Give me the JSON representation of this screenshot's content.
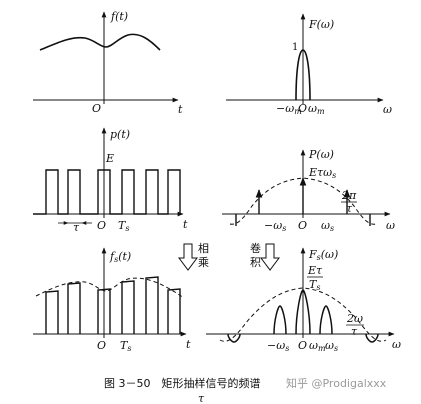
{
  "panels": {
    "f_t": {
      "ylabel": "f(t)",
      "xlabel": "t",
      "origin": "O"
    },
    "F_w": {
      "ylabel": "F(ω)",
      "xlabel": "ω",
      "peak": "1",
      "neg_wm": "−ω",
      "neg_wm_sub": "m",
      "origin": "O",
      "pos_wm": "ω",
      "pos_wm_sub": "m"
    },
    "p_t": {
      "ylabel": "p(t)",
      "xlabel": "t",
      "amp": "E",
      "tau": "τ",
      "origin": "O",
      "Ts": "T",
      "Ts_sub": "s"
    },
    "P_w": {
      "ylabel": "P(ω)",
      "xlabel": "ω",
      "peak": "Eτω",
      "peak_sub": "s",
      "period_num": "2π",
      "period_den": "τ",
      "neg_ws": "−ω",
      "neg_ws_sub": "s",
      "origin": "O",
      "pos_ws": "ω",
      "pos_ws_sub": "s"
    },
    "fs_t": {
      "ylabel": "f",
      "ylabel_sub": "s",
      "ylabel_tail": "(t)",
      "xlabel": "t",
      "origin": "O",
      "Ts": "T",
      "Ts_sub": "s"
    },
    "Fs_w": {
      "ylabel": "F",
      "ylabel_sub": "s",
      "ylabel_tail": "(ω)",
      "xlabel": "ω",
      "peak_num": "Eτ",
      "peak_den": "T",
      "peak_den_sub": "s",
      "period_num": "2ω",
      "period_den": "τ",
      "neg_ws": "−ω",
      "neg_ws_sub": "s",
      "origin": "O",
      "wm": "ω",
      "wm_sub": "m",
      "ws": "ω",
      "ws_sub": "s"
    }
  },
  "ops": {
    "multiply": [
      "相",
      "乘"
    ],
    "convolve": [
      "卷",
      "积"
    ]
  },
  "caption": "图 3－50　矩形抽样信号的频谱",
  "watermark": "知乎 @Prodigalxxx",
  "footer_mark": "τ"
}
